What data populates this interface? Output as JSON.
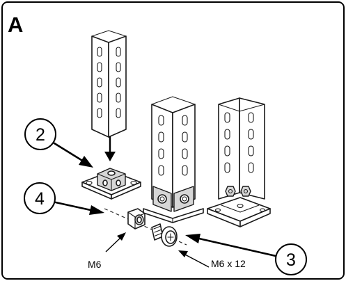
{
  "panel_letter": "A",
  "callouts": [
    "2",
    "4",
    "3"
  ],
  "labels": {
    "nut": "M6",
    "bolt": "M6 x 12"
  }
}
